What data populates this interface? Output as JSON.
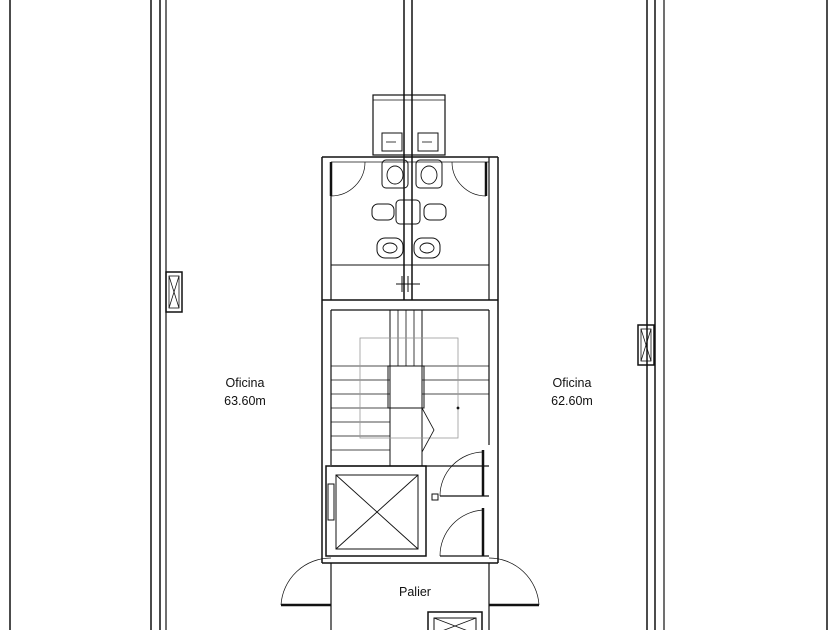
{
  "plan": {
    "rooms": [
      {
        "id": "office-left",
        "name": "Oficina",
        "area": "63.60m"
      },
      {
        "id": "office-right",
        "name": "Oficina",
        "area": "62.60m"
      },
      {
        "id": "landing",
        "name": "Palier"
      }
    ]
  },
  "colors": {
    "line": "#111111",
    "background": "#ffffff",
    "guide": "#9a9a9a"
  }
}
